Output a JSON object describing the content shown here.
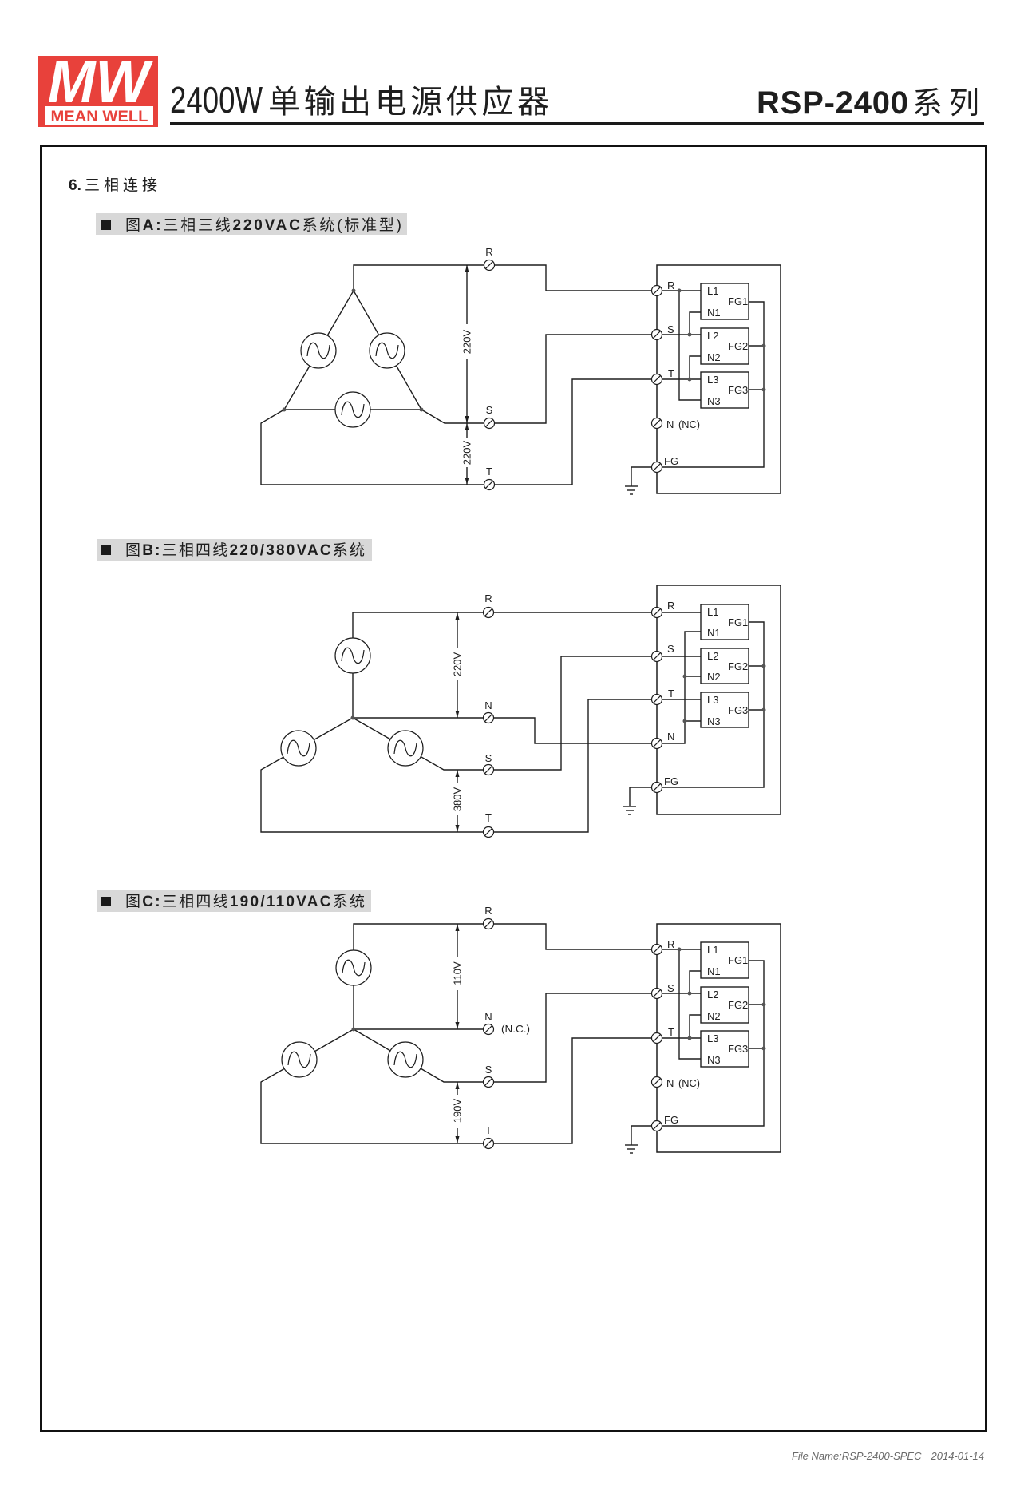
{
  "header": {
    "logo": {
      "mark": "MW",
      "brand": "MEAN WELL",
      "brand_color": "#e8413b"
    },
    "title_model": "2400W",
    "title_desc": "单输出电源供应器",
    "series_model": "RSP-2400",
    "series_suffix": "系列"
  },
  "section": {
    "number": "6.",
    "title": "三相连接"
  },
  "figures": {
    "a": {
      "label": {
        "prefix": "图",
        "id": "A:",
        "desc": "三相三线",
        "voltage": "220VAC",
        "suffix": "系统",
        "note": "(标准型)"
      },
      "source": {
        "r": "R",
        "s": "S",
        "t": "T"
      },
      "dimensions": {
        "upper": "220V",
        "lower": "220V"
      },
      "unit": {
        "r": "R",
        "s": "S",
        "t": "T",
        "n": "N",
        "n_note": "(NC)",
        "fg": "FG"
      }
    },
    "b": {
      "label": {
        "prefix": "图",
        "id": "B:",
        "desc": "三相四线",
        "voltage": "220/380VAC",
        "suffix": "系统"
      },
      "source": {
        "r": "R",
        "n": "N",
        "s": "S",
        "t": "T"
      },
      "dimensions": {
        "upper": "220V",
        "lower": "380V"
      },
      "unit": {
        "r": "R",
        "s": "S",
        "t": "T",
        "n": "N",
        "fg": "FG"
      }
    },
    "c": {
      "label": {
        "prefix": "图",
        "id": "C:",
        "desc": "三相四线",
        "voltage": "190/110VAC",
        "suffix": "系统"
      },
      "source": {
        "r": "R",
        "n": "N",
        "n_note": "(N.C.)",
        "s": "S",
        "t": "T"
      },
      "dimensions": {
        "upper": "110V",
        "lower": "190V"
      },
      "unit": {
        "r": "R",
        "s": "S",
        "t": "T",
        "n": "N",
        "n_note": "(NC)",
        "fg": "FG"
      }
    }
  },
  "modules": [
    {
      "line": "L1",
      "neutral": "N1",
      "ground": "FG1"
    },
    {
      "line": "L2",
      "neutral": "N2",
      "ground": "FG2"
    },
    {
      "line": "L3",
      "neutral": "N3",
      "ground": "FG3"
    }
  ],
  "footer": {
    "file_name": "File Name:RSP-2400-SPEC",
    "date": "2014-01-14"
  },
  "colors": {
    "brand": "#e8413b",
    "label_background": "#d8d8d8",
    "ink": "#1e1e1e"
  }
}
